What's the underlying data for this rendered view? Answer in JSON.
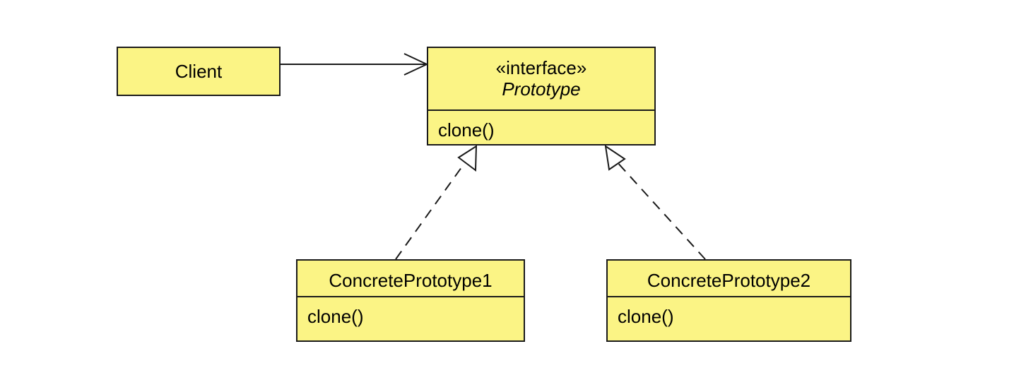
{
  "diagram": {
    "client": {
      "name": "Client"
    },
    "prototype": {
      "stereotype": "«interface»",
      "name": "Prototype",
      "operation": "clone()"
    },
    "concrete_prototype_1": {
      "name": "ConcretePrototype1",
      "operation": "clone()"
    },
    "concrete_prototype_2": {
      "name": "ConcretePrototype2",
      "operation": "clone()"
    }
  },
  "colors": {
    "class_fill": "#fbf485",
    "border": "#1a1a1a",
    "background": "#ffffff"
  }
}
